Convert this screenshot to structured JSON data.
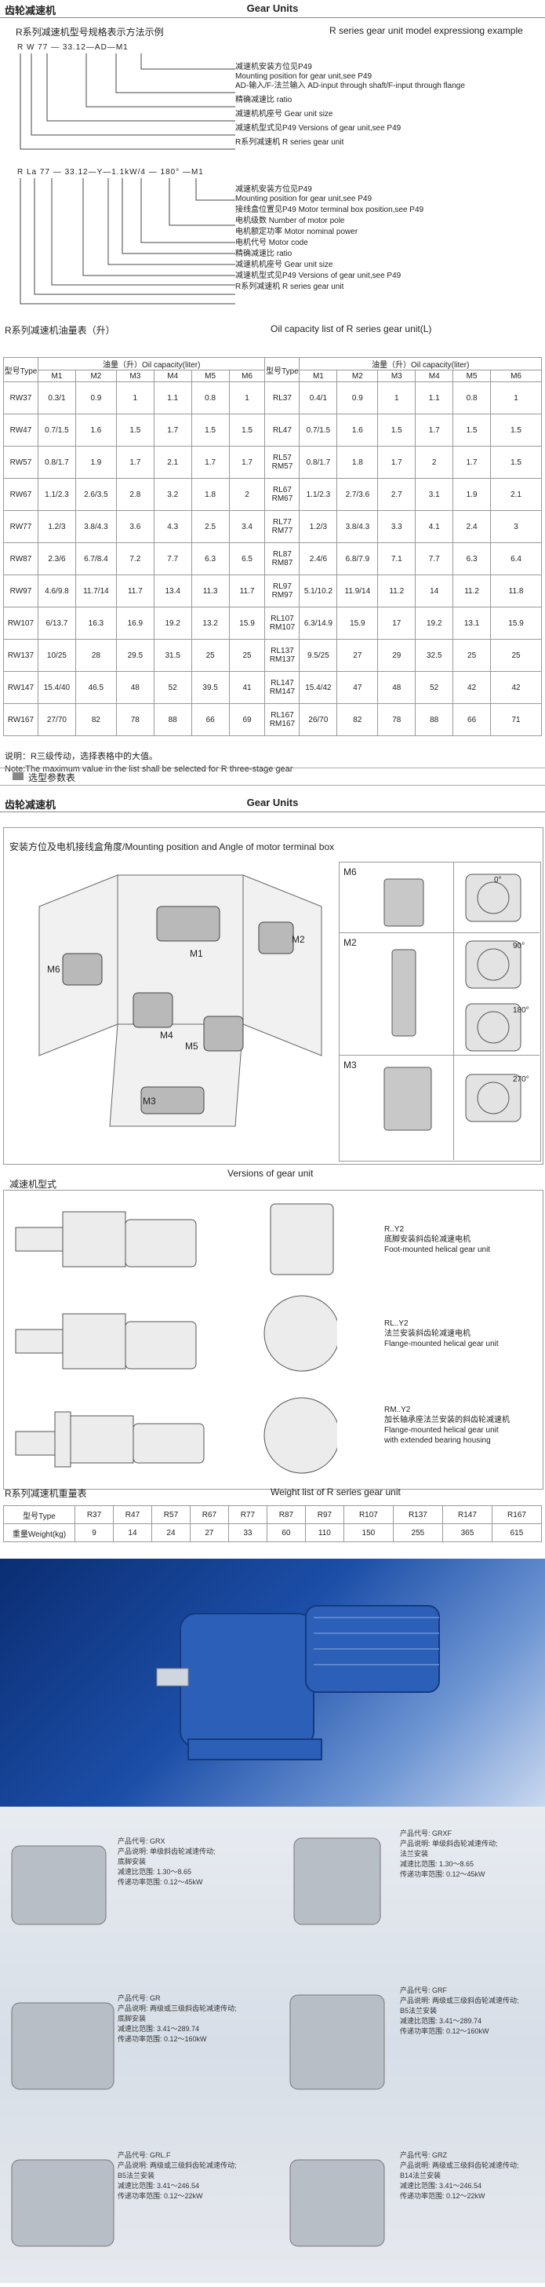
{
  "header": {
    "left_cn": "齿轮减速机",
    "center_en": "Gear Units"
  },
  "model_rep": {
    "title_cn": "R系列减速机型号规格表示方法示例",
    "title_en": "R series gear unit model expressiong example",
    "code1": "R  W  77  —  33.12—AD—M1",
    "code2": "R   La  77  —  33.12—Y—1.1kW/4 — 180° —M1",
    "legend1": [
      "减速机安装方位见P49",
      "Mounting position for gear unit,see P49",
      "AD-输入/F-法兰输入  AD-input through shaft/F-input through flange",
      "精确减速比      ratio",
      "减速机机座号      Gear unit size",
      "减速机型式见P49    Versions of gear unit,see P49",
      "R系列减速机      R series gear unit"
    ],
    "legend2": [
      "减速机安装方位见P49",
      "Mounting position for gear unit,see P49",
      "接线盒位置见P49   Motor terminal box position,see P49",
      "电机级数        Number of motor pole",
      "电机额定功率     Motor nominal power",
      "电机代号        Motor code",
      "精确减速比      ratio",
      "减速机机座号     Gear unit size",
      "减速机型式见P49  Versions of gear unit,see P49",
      "R系列减速机     R series gear unit"
    ]
  },
  "oil": {
    "title_cn": "R系列减速机油量表（升）",
    "title_en": "Oil capacity list of R series gear unit(L)",
    "type_label": "型号Type",
    "cap_label": "油量（升）Oil capacity(liter)",
    "cols": [
      "M1",
      "M2",
      "M3",
      "M4",
      "M5",
      "M6"
    ],
    "left": [
      [
        "RW37",
        "0.3/1",
        "0.9",
        "1",
        "1.1",
        "0.8",
        "1"
      ],
      [
        "RW47",
        "0.7/1.5",
        "1.6",
        "1.5",
        "1.7",
        "1.5",
        "1.5"
      ],
      [
        "RW57",
        "0.8/1.7",
        "1.9",
        "1.7",
        "2.1",
        "1.7",
        "1.7"
      ],
      [
        "RW67",
        "1.1/2.3",
        "2.6/3.5",
        "2.8",
        "3.2",
        "1.8",
        "2"
      ],
      [
        "RW77",
        "1.2/3",
        "3.8/4.3",
        "3.6",
        "4.3",
        "2.5",
        "3.4"
      ],
      [
        "RW87",
        "2.3/6",
        "6.7/8.4",
        "7.2",
        "7.7",
        "6.3",
        "6.5"
      ],
      [
        "RW97",
        "4.6/9.8",
        "11.7/14",
        "11.7",
        "13.4",
        "11.3",
        "11.7"
      ],
      [
        "RW107",
        "6/13.7",
        "16.3",
        "16.9",
        "19.2",
        "13.2",
        "15.9"
      ],
      [
        "RW137",
        "10/25",
        "28",
        "29.5",
        "31.5",
        "25",
        "25"
      ],
      [
        "RW147",
        "15.4/40",
        "46.5",
        "48",
        "52",
        "39.5",
        "41"
      ],
      [
        "RW167",
        "27/70",
        "82",
        "78",
        "88",
        "66",
        "69"
      ]
    ],
    "right": [
      [
        "RL37",
        "0.4/1",
        "0.9",
        "1",
        "1.1",
        "0.8",
        "1"
      ],
      [
        "RL47",
        "0.7/1.5",
        "1.6",
        "1.5",
        "1.7",
        "1.5",
        "1.5"
      ],
      [
        "RL57 RM57",
        "0.8/1.7",
        "1.8",
        "1.7",
        "2",
        "1.7",
        "1.5"
      ],
      [
        "RL67 RM67",
        "1.1/2.3",
        "2.7/3.6",
        "2.7",
        "3.1",
        "1.9",
        "2.1"
      ],
      [
        "RL77 RM77",
        "1.2/3",
        "3.8/4.3",
        "3.3",
        "4.1",
        "2.4",
        "3"
      ],
      [
        "RL87 RM87",
        "2.4/6",
        "6.8/7.9",
        "7.1",
        "7.7",
        "6.3",
        "6.4"
      ],
      [
        "RL97 RM97",
        "5.1/10.2",
        "11.9/14",
        "11.2",
        "14",
        "11.2",
        "11.8"
      ],
      [
        "RL107 RM107",
        "6.3/14.9",
        "15.9",
        "17",
        "19.2",
        "13.1",
        "15.9"
      ],
      [
        "RL137 RM137",
        "9.5/25",
        "27",
        "29",
        "32.5",
        "25",
        "25"
      ],
      [
        "RL147 RM147",
        "15.4/42",
        "47",
        "48",
        "52",
        "42",
        "42"
      ],
      [
        "RL167 RM167",
        "26/70",
        "82",
        "78",
        "88",
        "66",
        "71"
      ]
    ],
    "note_cn": "说明：R三级传动，选择表格中的大值。",
    "note_en": "Note:The maximum value in the list shall be selected for  R three-stage gear"
  },
  "params": {
    "label": "选型参数表"
  },
  "header2": {
    "left_cn": "齿轮减速机",
    "center_en": "Gear Units"
  },
  "mounting": {
    "title": "安装方位及电机接线盒角度/Mounting  position and Angle of motor terminal box",
    "positions": [
      "M1",
      "M2",
      "M3",
      "M4",
      "M5",
      "M6"
    ],
    "angles": [
      "0°",
      "90°",
      "180°",
      "270°"
    ]
  },
  "versions": {
    "title_cn": "减速机型式",
    "title_en": "Versions  of  gear  unit",
    "items": [
      {
        "code": "R..Y2",
        "cn": "底脚安装斜齿轮减速电机",
        "en": "Foot-mounted  helical gear unit"
      },
      {
        "code": "RL..Y2",
        "cn": "法兰安装斜齿轮减速电机",
        "en": "Flange-mounted helical gear unit"
      },
      {
        "code": "RM..Y2",
        "cn": "加长轴承座法兰安装的斜齿轮减速机",
        "en": "Flange-mounted helical gear unit",
        "en2": "with extended bearing housing"
      }
    ]
  },
  "weight": {
    "title_cn": "R系列减速机重量表",
    "title_en": "Weight list of R series gear unit",
    "type_label": "型号Type",
    "weight_label": "重量Weight(kg)",
    "types": [
      "R37",
      "R47",
      "R57",
      "R67",
      "R77",
      "R87",
      "R97",
      "R107",
      "R137",
      "R147",
      "R167"
    ],
    "values": [
      "9",
      "14",
      "24",
      "27",
      "33",
      "60",
      "110",
      "150",
      "255",
      "365",
      "615"
    ]
  },
  "products": [
    {
      "code": "产品代号: GRX",
      "name": "产品说明: 单级斜齿轮减速传动;",
      "mount": "底脚安装",
      "ratio": "减速比范围: 1.30～8.65",
      "power": "传递功率范围: 0.12～45kW"
    },
    {
      "code": "产品代号: GRXF",
      "name": "产品说明: 单级斜齿轮减速传动;",
      "mount": "法兰安装",
      "ratio": "减速比范围: 1.30～8.65",
      "power": "传递功率范围: 0.12～45kW"
    },
    {
      "code": "产品代号: GR",
      "name": "产品说明: 两级或三级斜齿轮减速传动;",
      "mount": "底脚安装",
      "ratio": "减速比范围: 3.41～289.74",
      "power": "传递功率范围: 0.12～160kW"
    },
    {
      "code": "产品代号: GRF",
      "name": "产品说明: 两级或三级斜齿轮减速传动;",
      "mount": "B5法兰安装",
      "ratio": "减速比范围: 3.41～289.74",
      "power": "传递功率范围: 0.12～160kW"
    },
    {
      "code": "产品代号: GRL.F",
      "name": "产品说明: 两级或三级斜齿轮减速传动;",
      "mount": "B5法兰安装",
      "ratio": "减速比范围: 3.41～246.54",
      "power": "传递功率范围: 0.12～22kW"
    },
    {
      "code": "产品代号: GRZ",
      "name": "产品说明: 两级或三级斜齿轮减速传动;",
      "mount": "B14法兰安装",
      "ratio": "减速比范围: 3.41～246.54",
      "power": "传递功率范围: 0.12～22kW"
    }
  ]
}
